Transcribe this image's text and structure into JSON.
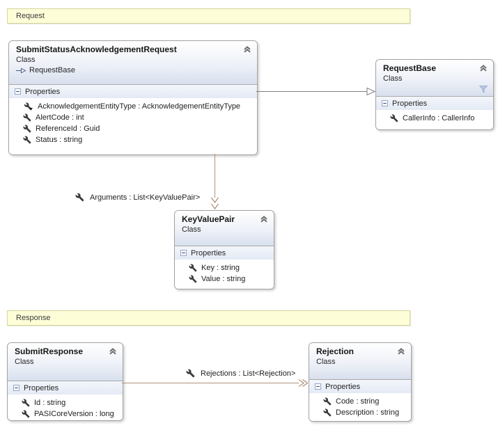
{
  "colors": {
    "comment_bg": "#FDFDD8",
    "comment_border": "#D6D69E",
    "class_border": "#A2A2A2",
    "header_gradient_top": "#FFFFFF",
    "header_gradient_bottom": "#D8E0EE",
    "compartment_bg": "#E4EAF5",
    "association_arrow": "#B09078",
    "inheritance_arrow": "#808080",
    "filter_icon": "#B7C6E0"
  },
  "icons": {
    "collapse": "chevron-double-up",
    "filter": "funnel",
    "property": "wrench",
    "property_modified": "wrench-with-down-arrow",
    "inherits": "open-right-arrow",
    "compartment_toggle": "minus-box"
  },
  "diagram": {
    "comments": [
      {
        "text": "Request"
      },
      {
        "text": "Response"
      }
    ],
    "classes": [
      {
        "name": "SubmitStatusAcknowledgementRequest",
        "stereotype": "Class",
        "base": "RequestBase",
        "compartment": "Properties",
        "members": [
          "AcknowledgementEntityType : AcknowledgementEntityType",
          "AlertCode : int",
          "ReferenceId : Guid",
          "Status : string"
        ]
      },
      {
        "name": "RequestBase",
        "stereotype": "Class",
        "compartment": "Properties",
        "members": [
          "CallerInfo : CallerInfo"
        ]
      },
      {
        "name": "KeyValuePair",
        "stereotype": "Class",
        "compartment": "Properties",
        "members": [
          "Key : string",
          "Value : string"
        ]
      },
      {
        "name": "SubmitResponse",
        "stereotype": "Class",
        "compartment": "Properties",
        "members": [
          "Id : string",
          "PASICoreVersion : long"
        ]
      },
      {
        "name": "Rejection",
        "stereotype": "Class",
        "compartment": "Properties",
        "members": [
          "Code : string",
          "Description : string"
        ]
      }
    ],
    "associations": [
      {
        "label": "Arguments : List<KeyValuePair>"
      },
      {
        "label": "Rejections : List<Rejection>"
      }
    ]
  }
}
